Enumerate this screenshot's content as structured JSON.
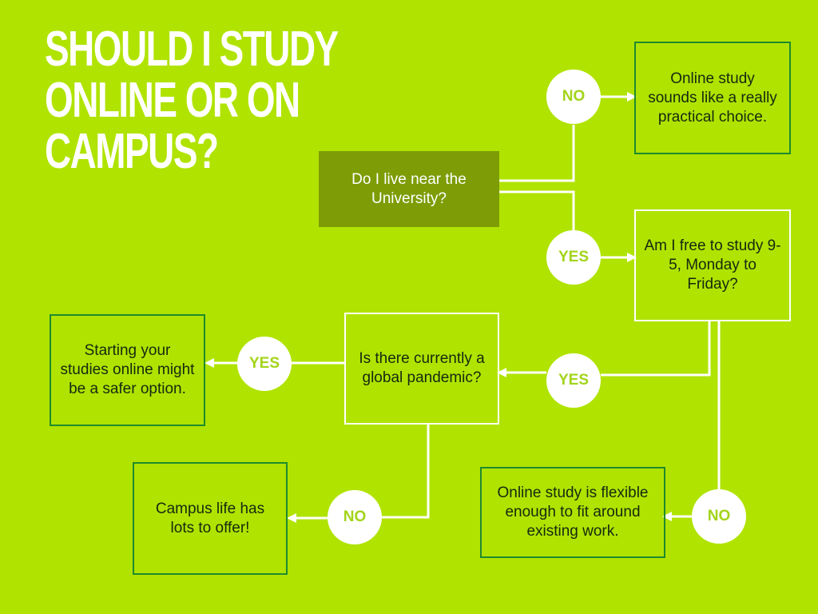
{
  "title": {
    "line1": "SHOULD I STUDY",
    "line2": "ONLINE OR ON",
    "line3": "CAMPUS?"
  },
  "nodes": {
    "near_university": "Do I live near the University?",
    "online_practical": "Online study sounds like a really practical choice.",
    "free_to_study": "Am I free to study 9-5, Monday to Friday?",
    "pandemic": "Is there currently a global pandemic?",
    "online_safer": "Starting your studies online might be a safer option.",
    "campus_life": "Campus life has lots to offer!",
    "online_flexible": "Online study is flexible enough to fit around existing work."
  },
  "badges": {
    "no_near": "NO",
    "yes_near": "YES",
    "yes_free": "YES",
    "yes_pandemic": "YES",
    "no_pandemic": "NO",
    "no_free": "NO"
  },
  "colors": {
    "background": "#b0e300",
    "start_box": "#7d9c06",
    "box_border": "#1f8a2e",
    "line": "#ffffff",
    "badge_text": "#a2d419"
  }
}
